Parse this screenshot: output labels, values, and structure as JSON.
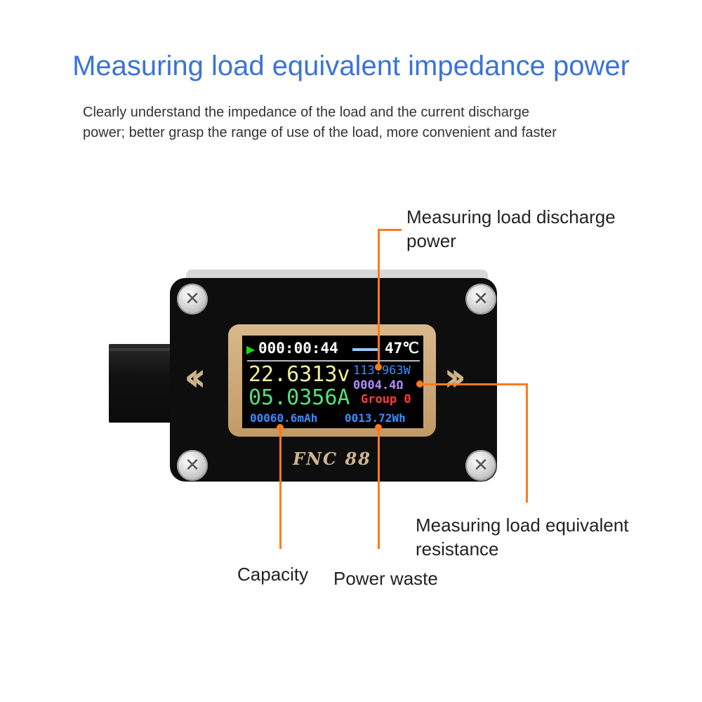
{
  "header": {
    "title": "Measuring load equivalent impedance power",
    "subtitle_line1": "Clearly understand the impedance of the load and the current discharge",
    "subtitle_line2": "power; better grasp the range of use of the load, more convenient and faster"
  },
  "callouts": {
    "discharge_power_line1": "Measuring load discharge",
    "discharge_power_line2": "power",
    "equivalent_resistance_line1": "Measuring load equivalent",
    "equivalent_resistance_line2": "resistance",
    "capacity": "Capacity",
    "power_waste": "Power waste"
  },
  "display": {
    "play_icon": "▶",
    "timer": "000:00:44",
    "temperature": "47℃",
    "voltage": "22.6313v",
    "current": "05.0356A",
    "power": "113.963W",
    "resistance": "0004.4Ω",
    "group": "Group 0",
    "capacity": "00060.6mAh",
    "energy": "0013.72Wh"
  },
  "device": {
    "brand": "FNC 88",
    "screw_glyph": "✕",
    "left_chevron": "‹‹",
    "right_chevron": "››"
  },
  "colors": {
    "title": "#3b73d6",
    "leader_lines": "#ff7a1a",
    "voltage": "#f3ef98",
    "current": "#52e27a",
    "power": "#3c8cff",
    "resistance": "#b18cff",
    "group": "#ff3c3c"
  },
  "icons": [
    "play-icon",
    "screw-icon",
    "chevron-left-icon",
    "chevron-right-icon"
  ]
}
